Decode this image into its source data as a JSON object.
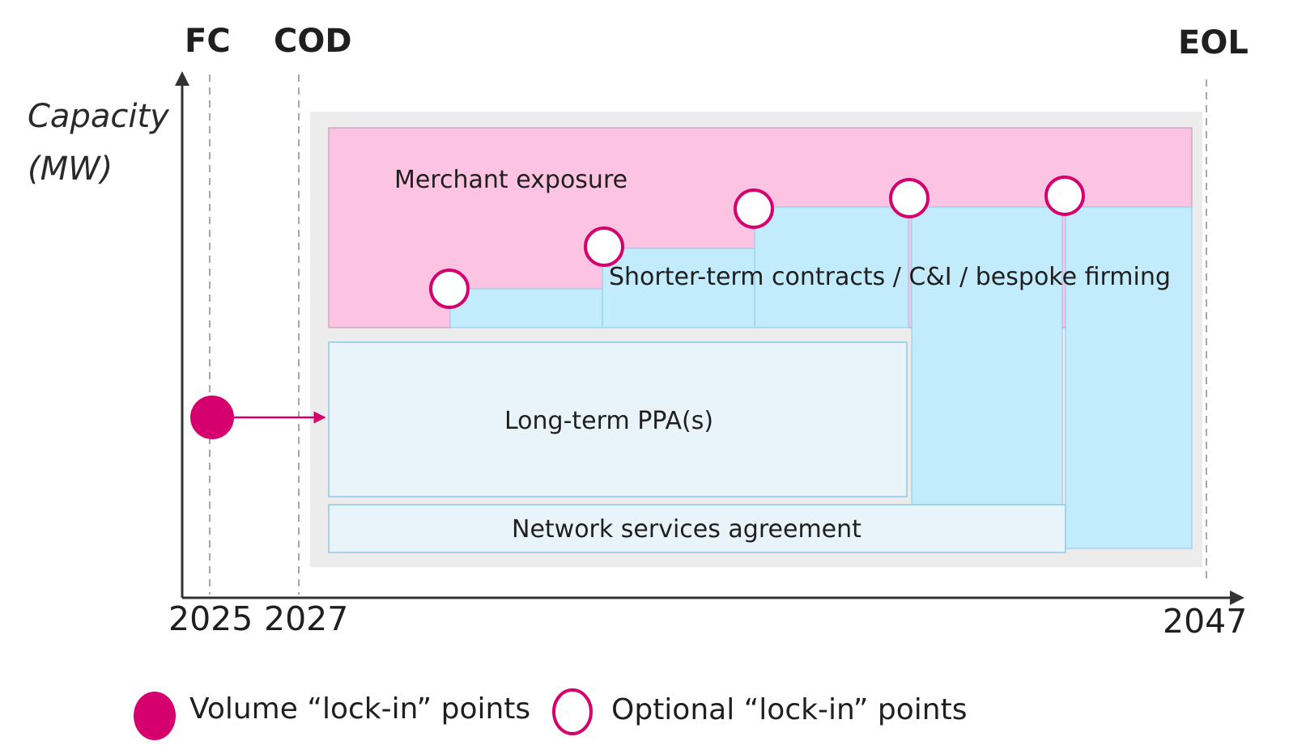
{
  "milestones": {
    "fc": "FC",
    "cod": "COD",
    "eol": "EOL"
  },
  "years": {
    "start": "2025",
    "cod": "2027",
    "end": "2047"
  },
  "y_axis_label": {
    "line1": "Capacity",
    "line2": "(MW)"
  },
  "regions": {
    "merchant": "Merchant exposure",
    "shorter_term": "Shorter-term contracts / C&I / bespoke firming",
    "long_term_ppa": "Long-term PPA(s)",
    "network": "Network services agreement"
  },
  "legend": {
    "volume": "Volume “lock-in” points",
    "optional": "Optional “lock-in” points"
  },
  "colors": {
    "magenta": "#d5006d",
    "merchant_pink": "#fcc3e2",
    "contract_blue": "#c2ebfb",
    "ppa_fill": "#e8f4fa",
    "panel_gray": "#ececec",
    "axis": "#333333"
  },
  "icons": {
    "volume": "filled-circle-icon",
    "optional": "hollow-circle-icon"
  }
}
